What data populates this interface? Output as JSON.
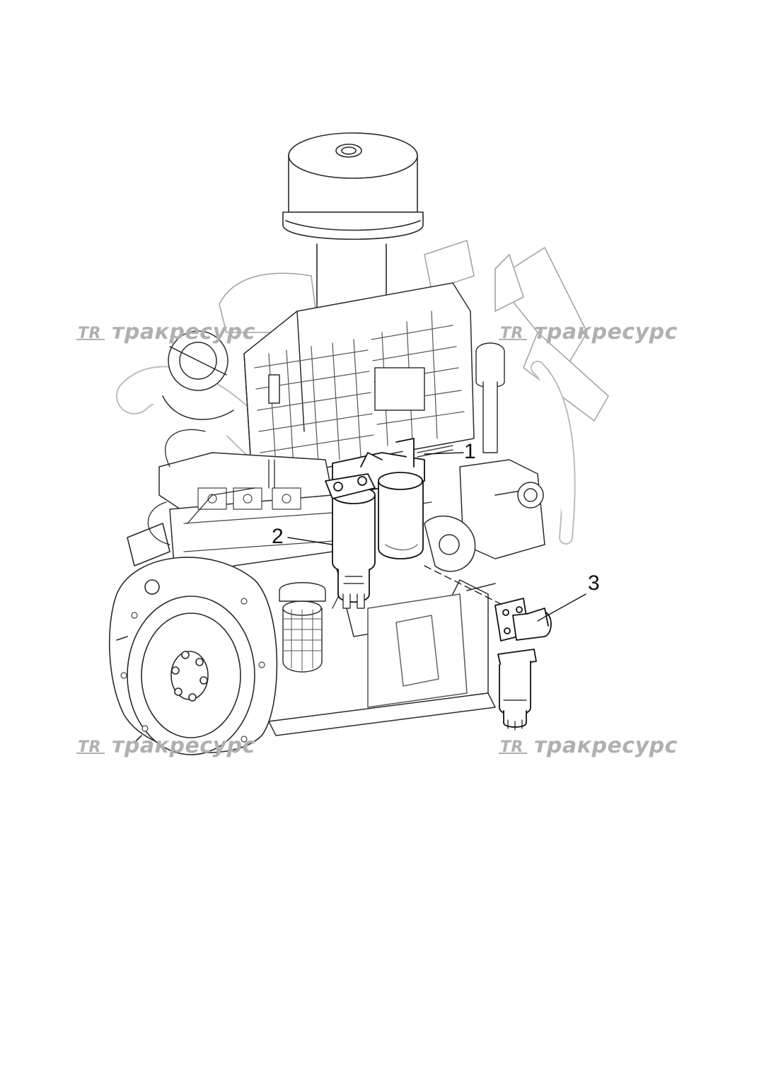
{
  "callouts": [
    {
      "id": "1",
      "label": "1"
    },
    {
      "id": "2",
      "label": "2"
    },
    {
      "id": "3",
      "label": "3"
    }
  ],
  "watermark": {
    "text": "тракресурс",
    "logo_text": "TR",
    "color": "#b0b0b0"
  },
  "colors": {
    "line": "#2a2a2a",
    "faint": "#9a9a9a",
    "background": "#ffffff"
  }
}
